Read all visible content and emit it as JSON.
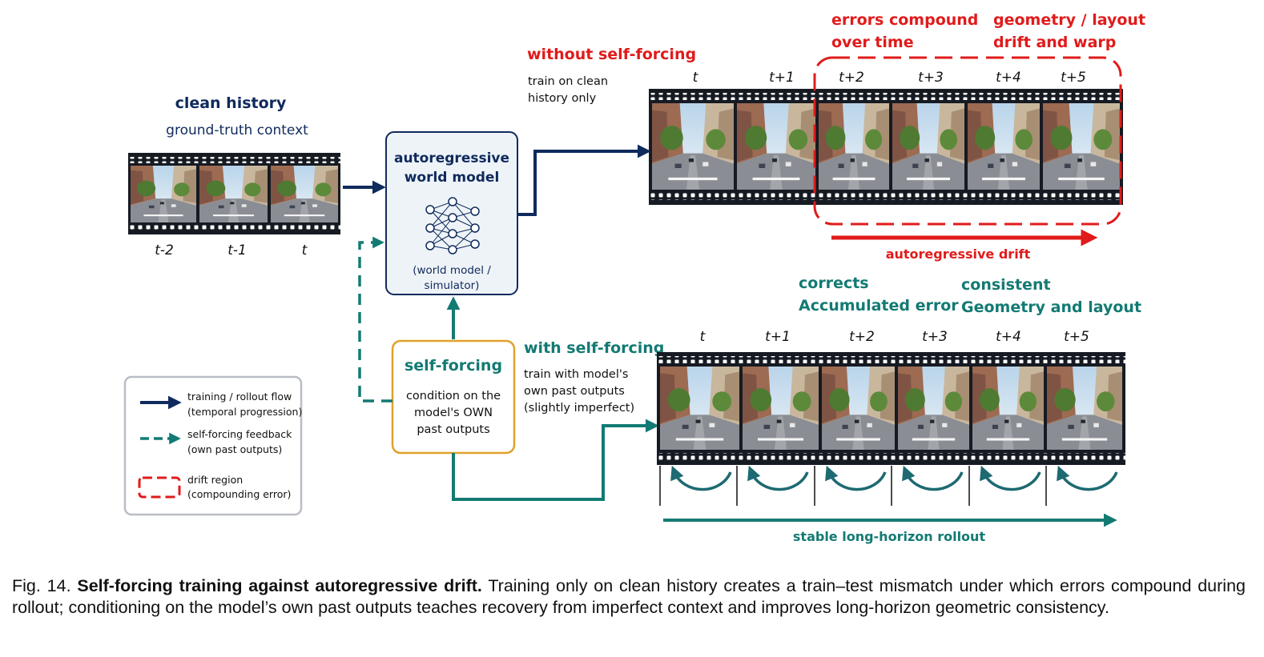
{
  "colors": {
    "navy": "#0f2a5c",
    "teal": "#137a73",
    "red": "#e01b1b",
    "orange": "#e0a12b",
    "box_fill": "#eef3f8",
    "legend_border": "#b9bdc4"
  },
  "clean_history": {
    "title": "clean history",
    "subtitle": "ground-truth context",
    "frame_labels": [
      "t-2",
      "t-1",
      "t"
    ]
  },
  "world_model": {
    "title_line1": "autoregressive",
    "title_line2": "world model",
    "icon": "neural-network-icon",
    "note_line1": "(world model /",
    "note_line2": "simulator)"
  },
  "self_forcing": {
    "title": "self-forcing",
    "line1": "condition on the",
    "line2": "model's OWN",
    "line3": "past outputs"
  },
  "without": {
    "title": "without self-forcing",
    "desc_line1": "train on clean",
    "desc_line2": "history only",
    "frame_labels": [
      "t",
      "t+1",
      "t+2",
      "t+3",
      "t+4",
      "t+5"
    ],
    "note1_line1": "errors compound",
    "note1_line2": "over time",
    "note2_line1": "geometry / layout",
    "note2_line2": "drift and warp",
    "drift_label": "autoregressive drift"
  },
  "with": {
    "title": "with self-forcing",
    "desc_line1": "train with model's",
    "desc_line2": "own past outputs",
    "desc_line3": "(slightly imperfect)",
    "frame_labels": [
      "t",
      "t+1",
      "t+2",
      "t+3",
      "t+4",
      "t+5"
    ],
    "note1_line1": "corrects",
    "note1_line2": "Accumulated error",
    "note2_line1": "consistent",
    "note2_line2": "Geometry and layout",
    "rollout_label": "stable long-horizon rollout"
  },
  "legend": {
    "items": [
      {
        "line1": "training / rollout flow",
        "line2": "(temporal progression)",
        "icon": "navy-arrow-icon"
      },
      {
        "line1": "self-forcing feedback",
        "line2": "(own past outputs)",
        "icon": "teal-dashed-arrow-icon"
      },
      {
        "line1": "drift region",
        "line2": "(compounding error)",
        "icon": "red-dashed-box-icon"
      }
    ]
  },
  "caption": {
    "prefix": "Fig. 14.",
    "bold": "Self-forcing training against autoregressive drift.",
    "text": "Training only on clean history creates a train–test mismatch under which errors compound during rollout; conditioning on the model’s own past outputs teaches recovery from imperfect context and improves long-horizon geometric consistency."
  }
}
